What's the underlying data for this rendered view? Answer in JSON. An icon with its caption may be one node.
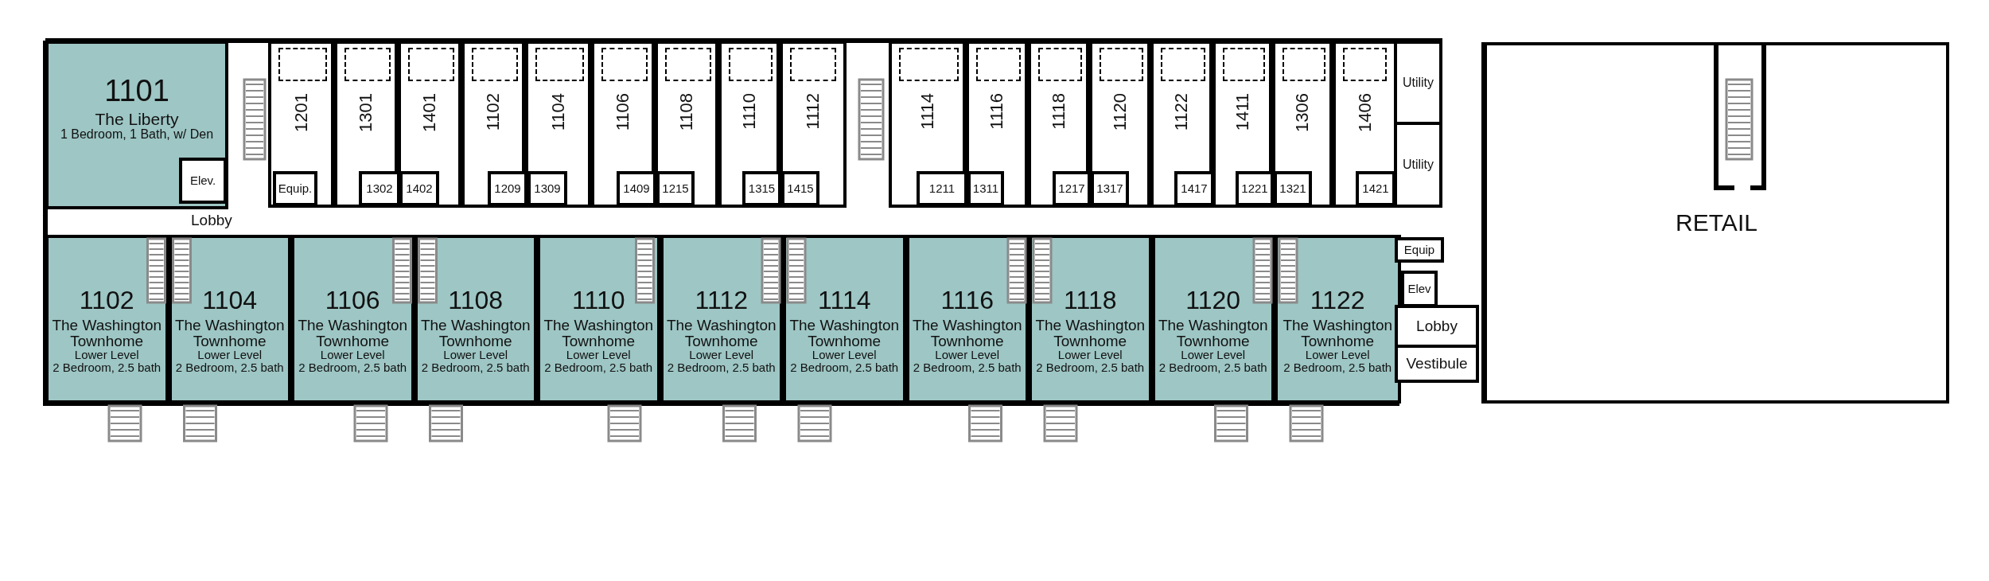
{
  "diagram": {
    "nodes": [
      {
        "text": [
          "1101",
          "The Liberty",
          "1 Bedroom, 1 Bath, w/ Den"
        ]
      },
      {
        "text": [
          "Elev."
        ],
        "in": 0
      },
      {
        "text": [
          "1201"
        ]
      },
      {
        "text": [
          "1301"
        ]
      },
      {
        "text": [
          "1401"
        ]
      },
      {
        "text": [
          "1102"
        ]
      },
      {
        "text": [
          "1104"
        ]
      },
      {
        "text": [
          "1106"
        ]
      },
      {
        "text": [
          "1108"
        ]
      },
      {
        "text": [
          "1110"
        ]
      },
      {
        "text": [
          "1112"
        ]
      },
      {
        "text": [
          "Equip."
        ],
        "in": 2
      },
      {
        "text": [
          "1302"
        ],
        "in": 3
      },
      {
        "text": [
          "1402"
        ],
        "in": 4
      },
      {
        "text": [
          "1209"
        ],
        "in": 5
      },
      {
        "text": [
          "1309"
        ],
        "in": 6
      },
      {
        "text": [
          "1409"
        ],
        "in": 7
      },
      {
        "text": [
          "1215"
        ],
        "in": 8
      },
      {
        "text": [
          "1315"
        ],
        "in": 9
      },
      {
        "text": [
          "1415"
        ],
        "in": 10
      },
      {
        "text": [
          "1114"
        ]
      },
      {
        "text": [
          "1116"
        ]
      },
      {
        "text": [
          "1118"
        ]
      },
      {
        "text": [
          "1120"
        ]
      },
      {
        "text": [
          "1122"
        ]
      },
      {
        "text": [
          "1411"
        ]
      },
      {
        "text": [
          "1306"
        ]
      },
      {
        "text": [
          "1406"
        ]
      },
      {
        "text": [
          "1211"
        ],
        "in": 20
      },
      {
        "text": [
          "1311"
        ],
        "in": 21
      },
      {
        "text": [
          "1217"
        ],
        "in": 22
      },
      {
        "text": [
          "1317"
        ],
        "in": 23
      },
      {
        "text": [
          "1417"
        ],
        "in": 24
      },
      {
        "text": [
          "1221"
        ],
        "in": 25
      },
      {
        "text": [
          "1321"
        ],
        "in": 26
      },
      {
        "text": [
          "1421"
        ],
        "in": 27
      },
      {
        "text": [
          "Utility"
        ]
      },
      {
        "text": [
          "Utility"
        ]
      },
      {
        "text": [
          "1102",
          "The Washington Townhome",
          "Lower Level",
          "2 Bedroom, 2.5 bath"
        ]
      },
      {
        "text": [
          "1104",
          "The Washington Townhome",
          "Lower Level",
          "2 Bedroom, 2.5 bath"
        ]
      },
      {
        "text": [
          "1106",
          "The Washington Townhome",
          "Lower Level",
          "2 Bedroom, 2.5 bath"
        ]
      },
      {
        "text": [
          "1108",
          "The Washington Townhome",
          "Lower Level",
          "2 Bedroom, 2.5 bath"
        ]
      },
      {
        "text": [
          "1110",
          "The Washington Townhome",
          "Lower Level",
          "2 Bedroom, 2.5 bath"
        ]
      },
      {
        "text": [
          "1112",
          "The Washington Townhome",
          "Lower Level",
          "2 Bedroom, 2.5 bath"
        ]
      },
      {
        "text": [
          "1114",
          "The Washington Townhome",
          "Lower Level",
          "2 Bedroom, 2.5 bath"
        ]
      },
      {
        "text": [
          "1116",
          "The Washington Townhome",
          "Lower Level",
          "2 Bedroom, 2.5 bath"
        ]
      },
      {
        "text": [
          "1118",
          "The Washington Townhome",
          "Lower Level",
          "2 Bedroom, 2.5 bath"
        ]
      },
      {
        "text": [
          "1120",
          "The Washington Townhome",
          "Lower Level",
          "2 Bedroom, 2.5 bath"
        ]
      },
      {
        "text": [
          "1122",
          "The Washington Townhome",
          "Lower Level",
          "2 Bedroom, 2.5 bath"
        ]
      },
      {
        "text": [
          "Equip"
        ]
      },
      {
        "text": [
          "Elev"
        ]
      },
      {
        "text": [
          "Lobby"
        ]
      },
      {
        "text": [
          "Vestibule"
        ]
      },
      {
        "text": [
          "RETAIL"
        ]
      },
      {
        "text": [],
        "shape": "box",
        "in": 2
      },
      {
        "text": [],
        "shape": "box",
        "in": 3
      },
      {
        "text": [],
        "shape": "box",
        "in": 4
      },
      {
        "text": [],
        "shape": "box",
        "in": 5
      },
      {
        "text": [],
        "shape": "box",
        "in": 6
      },
      {
        "text": [],
        "shape": "box",
        "in": 7
      },
      {
        "text": [],
        "shape": "box",
        "in": 8
      },
      {
        "text": [],
        "shape": "box",
        "in": 9
      },
      {
        "text": [],
        "shape": "box",
        "in": 10
      },
      {
        "text": [],
        "shape": "box",
        "in": 20
      },
      {
        "text": [],
        "shape": "box",
        "in": 21
      },
      {
        "text": [],
        "shape": "box",
        "in": 22
      },
      {
        "text": [],
        "shape": "box",
        "in": 23
      },
      {
        "text": [],
        "shape": "box",
        "in": 24
      },
      {
        "text": [],
        "shape": "box",
        "in": 25
      },
      {
        "text": [],
        "shape": "box",
        "in": 26
      },
      {
        "text": [],
        "shape": "box",
        "in": 27
      }
    ],
    "labels": [
      "Lobby"
    ]
  }
}
